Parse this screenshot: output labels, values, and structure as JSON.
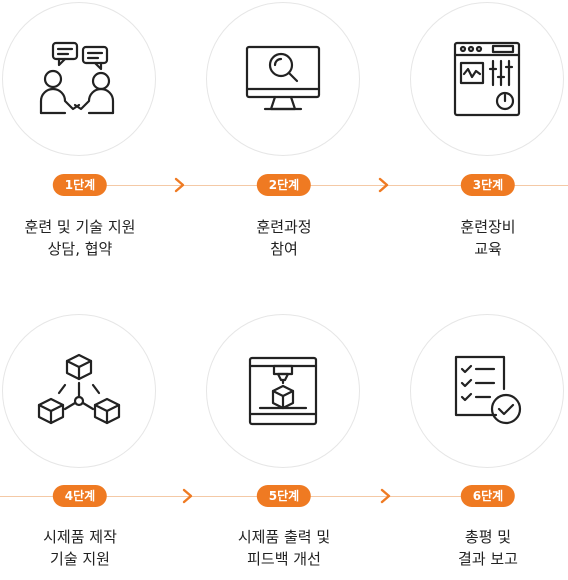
{
  "colors": {
    "accent": "#ef7a22",
    "line": "#f4c9a6",
    "circle_border": "#e6e6e6",
    "text": "#222222"
  },
  "steps": [
    {
      "badge": "1단계",
      "line1": "훈련 및 기술 지원",
      "line2": "상담, 협약",
      "icon": "consultation-icon"
    },
    {
      "badge": "2단계",
      "line1": "훈련과정",
      "line2": "참여",
      "icon": "monitor-search-icon"
    },
    {
      "badge": "3단계",
      "line1": "훈련장비",
      "line2": "교육",
      "icon": "equipment-panel-icon"
    },
    {
      "badge": "4단계",
      "line1": "시제품 제작",
      "line2": "기술 지원",
      "icon": "network-cubes-icon"
    },
    {
      "badge": "5단계",
      "line1": "시제품 출력 및",
      "line2": "피드백 개선",
      "icon": "3d-printer-icon"
    },
    {
      "badge": "6단계",
      "line1": "총평 및",
      "line2": "결과 보고",
      "icon": "checklist-icon"
    }
  ]
}
